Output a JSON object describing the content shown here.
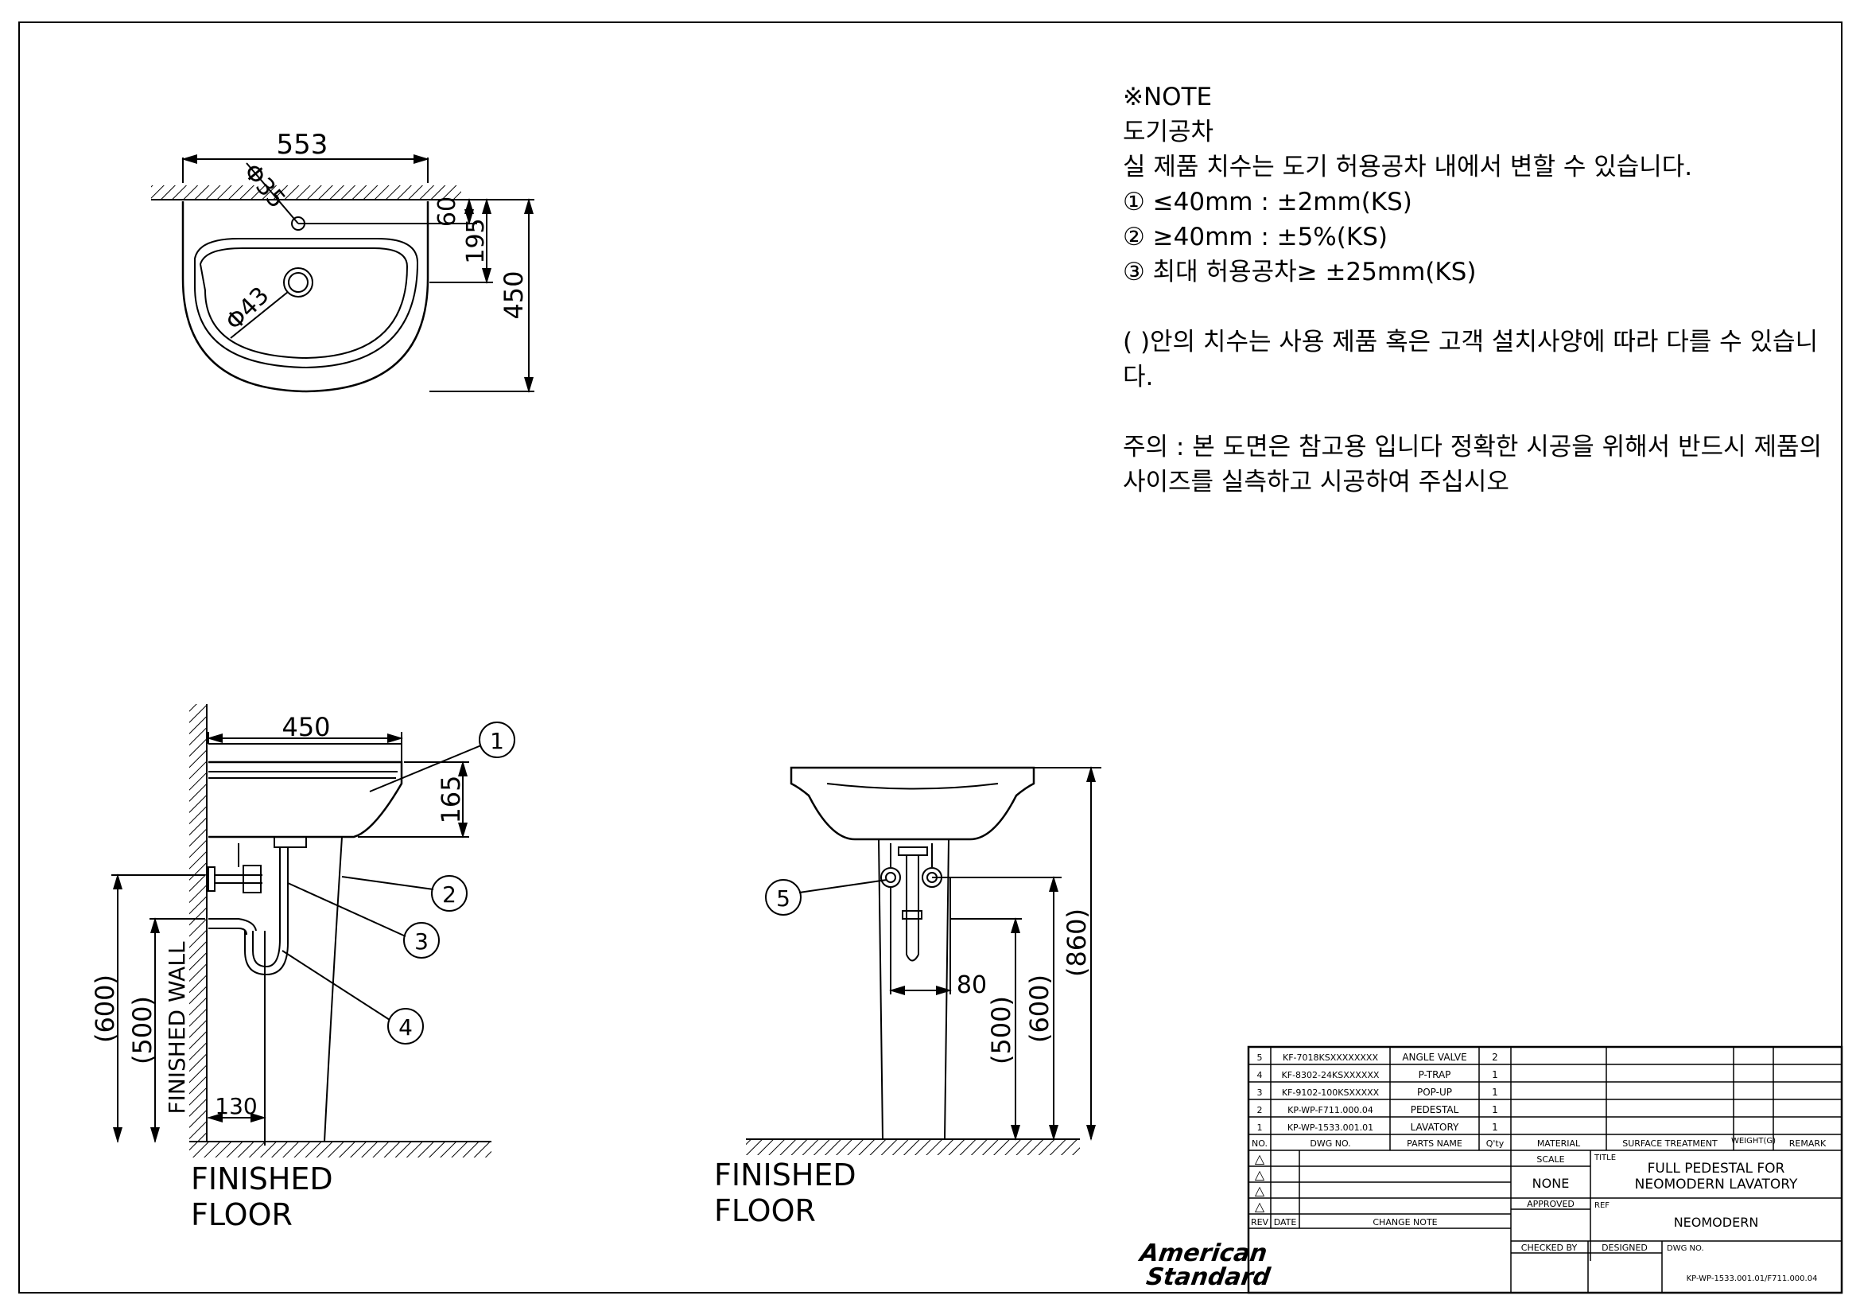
{
  "notes": {
    "heading": "※NOTE",
    "subheading": "도기공차",
    "line1": "실 제품 치수는 도기 허용공차 내에서 변할 수 있습니다.",
    "tol1": "① ≤40mm  :  ±2mm(KS)",
    "tol2": "② ≥40mm  :  ±5%(KS)",
    "tol3": "③ 최대 허용공차≥ ±25mm(KS)",
    "para1": "(  )안의 치수는 사용 제품 혹은 고객 설치사양에 따라 다를 수 있습니다.",
    "para2": "주의 : 본 도면은 참고용 입니다 정확한 시공을 위해서 반드시 제품의 사이즈를 실측하고 시공하여 주십시오"
  },
  "top_view": {
    "width": "553",
    "phi": "Φ35",
    "d60": "60",
    "d195": "195",
    "d450": "450",
    "phi43": "Φ43"
  },
  "side_view": {
    "width": "450",
    "h165": "165",
    "h600": "(600)",
    "h500": "(500)",
    "d130": "130",
    "wall_label": "FINISHED WALL",
    "floor1": "FINISHED",
    "floor2": "FLOOR"
  },
  "front_view": {
    "d80": "80",
    "h860": "(860)",
    "h600": "(600)",
    "h500": "(500)",
    "floor1": "FINISHED",
    "floor2": "FLOOR"
  },
  "balloons": [
    "1",
    "2",
    "3",
    "4",
    "5"
  ],
  "parts_table": {
    "rows": [
      {
        "no": "5",
        "dwg": "KF-7018KSXXXXXXXX",
        "name": "ANGLE VALVE",
        "qty": "2"
      },
      {
        "no": "4",
        "dwg": "KF-8302-24KSXXXXXX",
        "name": "P-TRAP",
        "qty": "1"
      },
      {
        "no": "3",
        "dwg": "KF-9102-100KSXXXXX",
        "name": "POP-UP",
        "qty": "1"
      },
      {
        "no": "2",
        "dwg": "KP-WP-F711.000.04",
        "name": "PEDESTAL",
        "qty": "1"
      },
      {
        "no": "1",
        "dwg": "KP-WP-1533.001.01",
        "name": "LAVATORY",
        "qty": "1"
      }
    ],
    "headers": {
      "no": "NO.",
      "dwg": "DWG NO.",
      "name": "PARTS NAME",
      "qty": "Q'ty",
      "material": "MATERIAL",
      "surface": "SURFACE TREATMENT",
      "weight": "WEIGHT(G)",
      "remark": "REMARK"
    }
  },
  "title_block": {
    "scale_label": "SCALE",
    "scale": "NONE",
    "title_label": "TITLE",
    "title1": "FULL PEDESTAL FOR",
    "title2": "NEOMODERN LAVATORY",
    "approved_label": "APPROVED",
    "ref_label": "REF",
    "ref": "NEOMODERN",
    "checked_label": "CHECKED BY",
    "designed_label": "DESIGNED",
    "dwgno_label": "DWG NO.",
    "dwgno": "KP-WP-1533.001.01/F711.000.04",
    "rev_label": "REV",
    "date_label": "DATE",
    "change_label": "CHANGE NOTE",
    "rev_mark": "△",
    "logo1": "American",
    "logo2": "Standard"
  }
}
